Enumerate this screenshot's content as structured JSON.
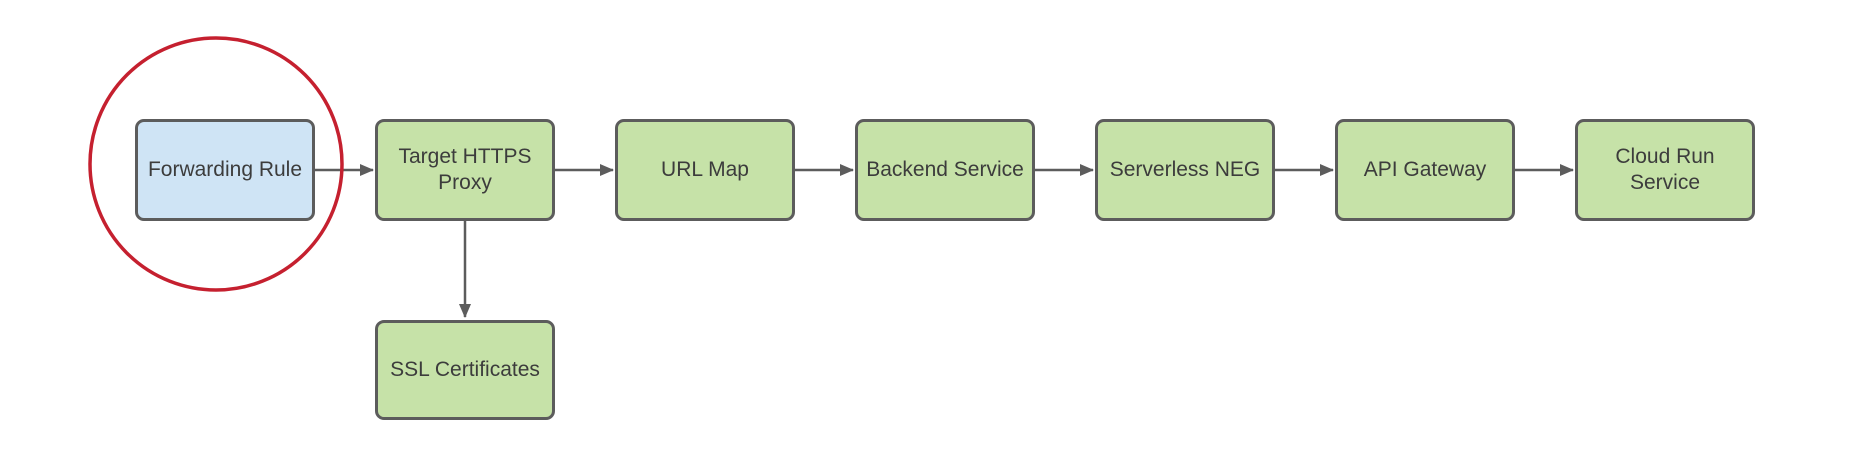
{
  "diagram_type": "flowchart",
  "colors": {
    "green": "#c6e2a8",
    "blue": "#cfe4f5",
    "border": "#5c5c5c",
    "arrow": "#5c5c5c",
    "text": "#3c3c3c",
    "red": "#c5202f",
    "background": "#ffffff"
  },
  "nodes": [
    {
      "id": "forwarding-rule",
      "label": "Forwarding Rule",
      "fill": "blue",
      "highlighted": true
    },
    {
      "id": "target-https-proxy",
      "label": "Target HTTPS\nProxy",
      "fill": "green",
      "highlighted": false
    },
    {
      "id": "url-map",
      "label": "URL Map",
      "fill": "green",
      "highlighted": false
    },
    {
      "id": "backend-service",
      "label": "Backend Service",
      "fill": "green",
      "highlighted": false
    },
    {
      "id": "serverless-neg",
      "label": "Serverless NEG",
      "fill": "green",
      "highlighted": false
    },
    {
      "id": "api-gateway",
      "label": "API Gateway",
      "fill": "green",
      "highlighted": false
    },
    {
      "id": "cloud-run-service",
      "label": "Cloud Run\nService",
      "fill": "green",
      "highlighted": false
    },
    {
      "id": "ssl-certificates",
      "label": "SSL Certificates",
      "fill": "green",
      "highlighted": false
    }
  ],
  "edges": [
    {
      "from": "forwarding-rule",
      "to": "target-https-proxy",
      "direction": "right"
    },
    {
      "from": "target-https-proxy",
      "to": "url-map",
      "direction": "right"
    },
    {
      "from": "url-map",
      "to": "backend-service",
      "direction": "right"
    },
    {
      "from": "backend-service",
      "to": "serverless-neg",
      "direction": "right"
    },
    {
      "from": "serverless-neg",
      "to": "api-gateway",
      "direction": "right"
    },
    {
      "from": "api-gateway",
      "to": "cloud-run-service",
      "direction": "right"
    },
    {
      "from": "target-https-proxy",
      "to": "ssl-certificates",
      "direction": "down"
    }
  ],
  "annotation": {
    "shape": "circle",
    "around": "forwarding-rule"
  }
}
